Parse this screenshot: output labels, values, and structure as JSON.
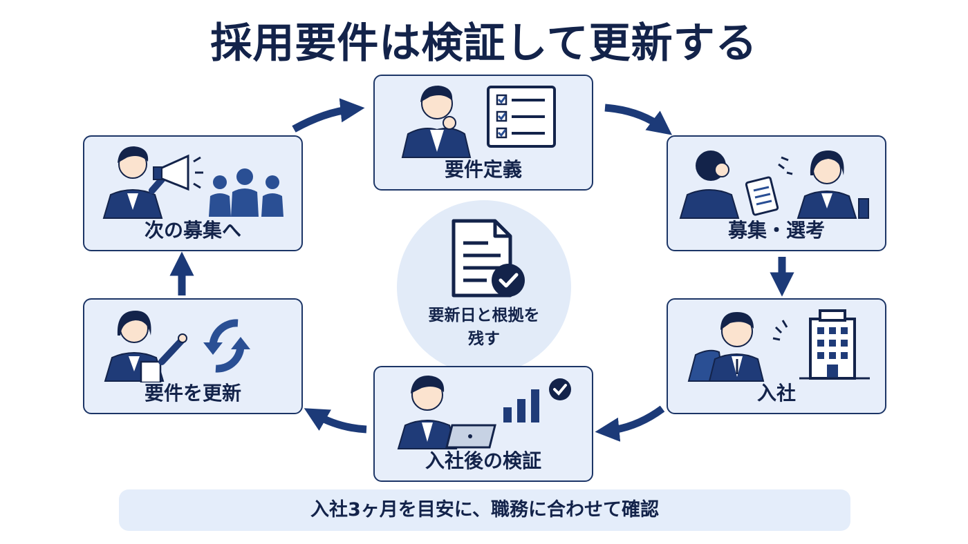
{
  "title": "採用要件は検証して更新する",
  "steps": [
    {
      "label": "要件定義"
    },
    {
      "label": "募集・選考"
    },
    {
      "label": "入社"
    },
    {
      "label": "入社後の検証"
    },
    {
      "label": "要件を更新"
    },
    {
      "label": "次の募集へ"
    }
  ],
  "center": {
    "line1": "要新日と根拠を",
    "line2": "残す"
  },
  "footer": "入社3ヶ月を目安に、職務に合わせて確認",
  "colors": {
    "navy": "#1c3566",
    "blue": "#2a4f94",
    "card_bg": "#e7eefa",
    "center_bg": "#e2ebf8"
  }
}
